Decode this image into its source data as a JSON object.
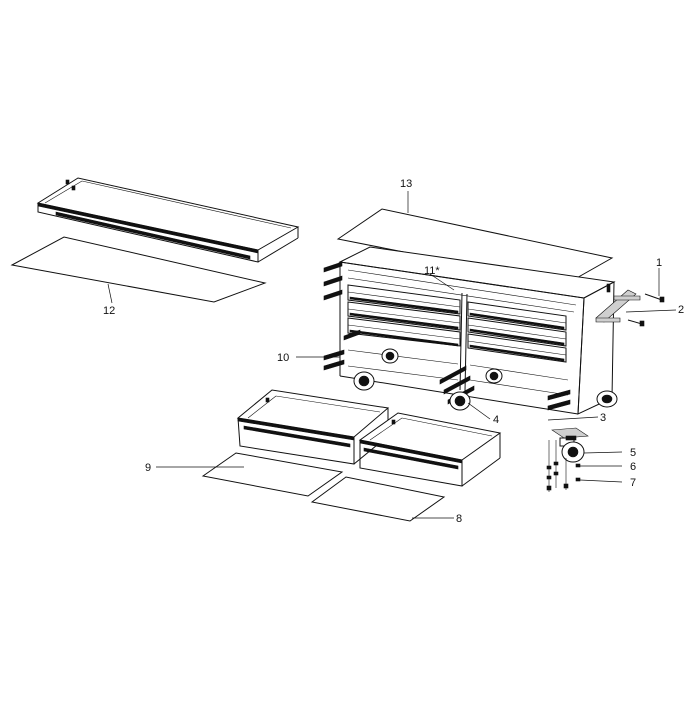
{
  "callouts": [
    {
      "id": "c1",
      "label": "1"
    },
    {
      "id": "c2",
      "label": "2"
    },
    {
      "id": "c3",
      "label": "3"
    },
    {
      "id": "c4",
      "label": "4"
    },
    {
      "id": "c5",
      "label": "5"
    },
    {
      "id": "c6",
      "label": "6"
    },
    {
      "id": "c7",
      "label": "7"
    },
    {
      "id": "c8",
      "label": "8"
    },
    {
      "id": "c9",
      "label": "9"
    },
    {
      "id": "c10",
      "label": "10"
    },
    {
      "id": "c11",
      "label": "11*"
    },
    {
      "id": "c12",
      "label": "12"
    },
    {
      "id": "c13",
      "label": "13"
    }
  ]
}
